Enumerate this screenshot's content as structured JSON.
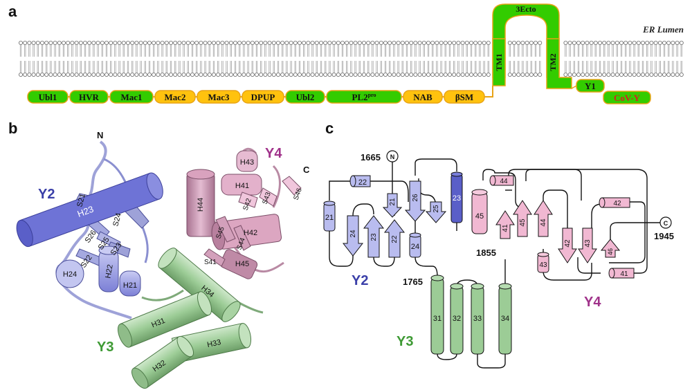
{
  "panels": {
    "a": "a",
    "b": "b",
    "c": "c"
  },
  "membrane": {
    "label": "ER Lumen",
    "topology_color": "#33cc00",
    "outline_color": "#e8a317"
  },
  "domains": [
    {
      "label": "Ubl1",
      "color": "#33cc00"
    },
    {
      "label": "HVR",
      "color": "#33cc00"
    },
    {
      "label": "Mac1",
      "color": "#33cc00"
    },
    {
      "label": "Mac2",
      "color": "#ffc20e"
    },
    {
      "label": "Mac3",
      "color": "#ffc20e"
    },
    {
      "label": "DPUP",
      "color": "#ffc20e"
    },
    {
      "label": "Ubl2",
      "color": "#33cc00"
    },
    {
      "label": "PL2",
      "sup": "pro",
      "color": "#33cc00"
    },
    {
      "label": "NAB",
      "color": "#ffc20e"
    },
    {
      "label": "βSM",
      "color": "#ffc20e"
    }
  ],
  "tm": {
    "tm1": "TM1",
    "tm2": "TM2",
    "ecto": "3Ecto",
    "y1": "Y1",
    "covy": "CoV-Y",
    "covy_color": "#d62020"
  },
  "structure": {
    "n_term": "N",
    "c_term": "C",
    "y2_label": "Y2",
    "y3_label": "Y3",
    "y4_label": "Y4",
    "y2_color": "#8f94e0",
    "y3_color": "#9ccc96",
    "y4_color": "#d9a2be",
    "y2_elements": [
      "H23",
      "S21",
      "S24",
      "S26",
      "S25",
      "S23",
      "S22",
      "H22",
      "H21",
      "H24"
    ],
    "y3_elements": [
      "H34",
      "H31",
      "H33",
      "H32"
    ],
    "y4_elements": [
      "H43",
      "H41",
      "S42",
      "S43",
      "S46",
      "H44",
      "H42",
      "S45",
      "S44",
      "H45",
      "S41"
    ]
  },
  "topology": {
    "start_residue": "1665",
    "end_residue": "1945",
    "y2_y3_boundary": "1765",
    "y3_y4_boundary": "1855",
    "n_term": "N",
    "c_term": "C",
    "y2_label": "Y2",
    "y3_label": "Y3",
    "y4_label": "Y4",
    "y2_helices": [
      "21",
      "22",
      "23",
      "24"
    ],
    "y2_strands": [
      "21",
      "22",
      "23",
      "24",
      "25",
      "26"
    ],
    "y3_helices": [
      "31",
      "32",
      "33",
      "34"
    ],
    "y4_helices": [
      "41",
      "42",
      "43",
      "44",
      "45"
    ],
    "y4_strands": [
      "41",
      "42",
      "43",
      "44",
      "45",
      "46"
    ]
  }
}
